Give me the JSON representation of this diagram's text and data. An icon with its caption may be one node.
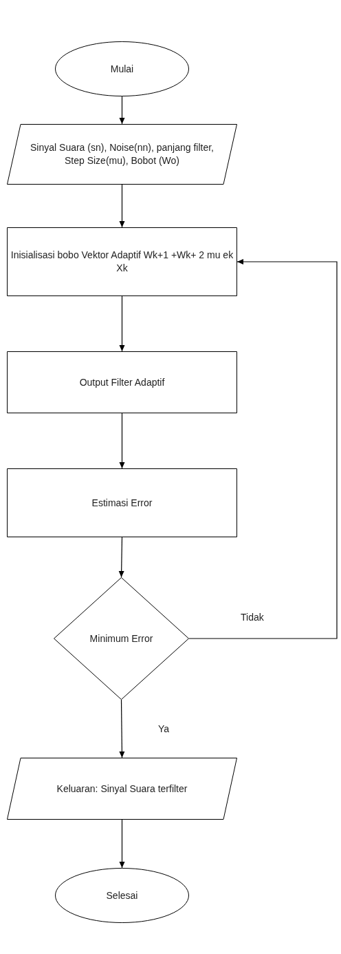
{
  "diagram": {
    "nodes": [
      {
        "text": [
          "Mulai"
        ]
      },
      {
        "text": [
          "Sinyal Suara (sn), Noise(nn), panjang filter, Step Size(mu), Bobot (Wo)"
        ]
      },
      {
        "text": [
          "Inisialisasi bobo Vektor Adaptif Wk+1 +Wk+ 2 mu ek Xk"
        ]
      },
      {
        "text": [
          "Output Filter Adaptif"
        ]
      },
      {
        "text": [
          "Estimasi Error"
        ]
      },
      {
        "text": [
          "Minimum Error"
        ]
      },
      {
        "text": [
          "Keluaran: Sinyal Suara terfilter"
        ]
      },
      {
        "text": [
          "Selesai"
        ]
      }
    ],
    "edges": [
      {
        "from": 0,
        "to": 1,
        "arrow": "to"
      },
      {
        "from": 1,
        "to": 2,
        "arrow": "to"
      },
      {
        "from": 2,
        "to": 3,
        "arrow": "to"
      },
      {
        "from": 3,
        "to": 4,
        "arrow": "to"
      },
      {
        "from": 4,
        "to": 5,
        "arrow": "to"
      },
      {
        "from": 5,
        "to": 6,
        "arrow": "to",
        "label": "Ya"
      },
      {
        "from": 6,
        "to": 7,
        "arrow": "to"
      },
      {
        "from": 5,
        "to": 2,
        "arrow": "to",
        "label": "Tidak"
      }
    ]
  }
}
